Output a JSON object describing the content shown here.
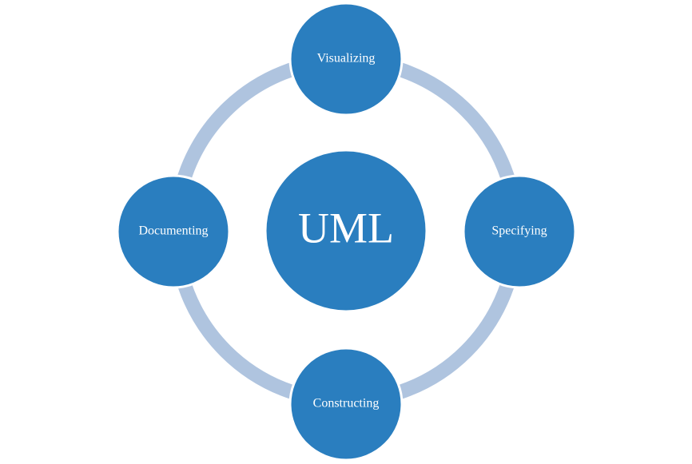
{
  "center": {
    "label": "UML"
  },
  "nodes": [
    {
      "label": "Visualizing"
    },
    {
      "label": "Specifying"
    },
    {
      "label": "Constructing"
    },
    {
      "label": "Documenting"
    }
  ],
  "colors": {
    "node_fill": "#2a7ebf",
    "ring": "#afc4df",
    "text": "#ffffff",
    "background": "#ffffff"
  }
}
